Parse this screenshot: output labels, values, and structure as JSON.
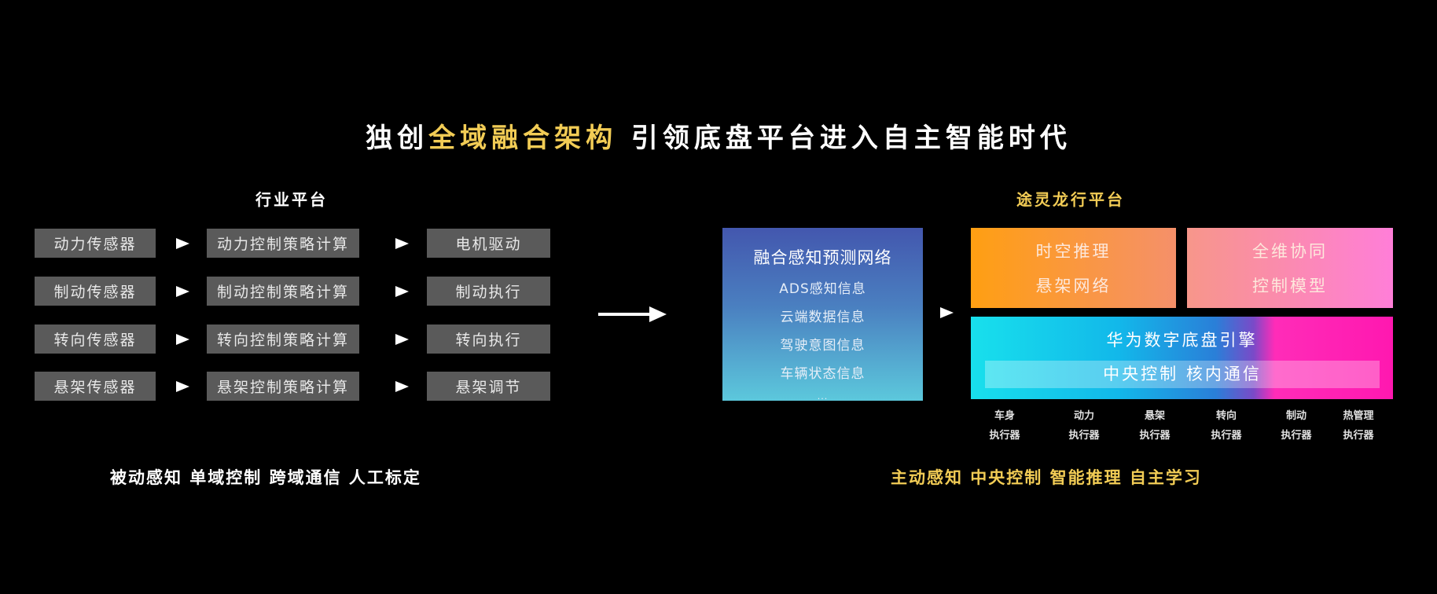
{
  "title": {
    "prefix": "独创",
    "highlight": "全域融合架构",
    "suffix": " 引领底盘平台进入自主智能时代"
  },
  "left": {
    "heading": "行业平台",
    "rows": [
      [
        "动力传感器",
        "动力控制策略计算",
        "电机驱动"
      ],
      [
        "制动传感器",
        "制动控制策略计算",
        "制动执行"
      ],
      [
        "转向传感器",
        "转向控制策略计算",
        "转向执行"
      ],
      [
        "悬架传感器",
        "悬架控制策略计算",
        "悬架调节"
      ]
    ],
    "footer": "被动感知 单域控制 跨域通信 人工标定"
  },
  "right": {
    "heading": "途灵龙行平台",
    "perception": {
      "title": "融合感知预测网络",
      "lines": [
        "ADS感知信息",
        "云端数据信息",
        "驾驶意图信息",
        "车辆状态信息",
        "..."
      ]
    },
    "card1": [
      "时空推理",
      "悬架网络"
    ],
    "card2": [
      "全维协同",
      "控制模型"
    ],
    "engine": {
      "title": "华为数字底盘引擎",
      "strip": "中央控制 核内通信"
    },
    "actuators": [
      [
        "车身",
        "执行器"
      ],
      [
        "动力",
        "执行器"
      ],
      [
        "悬架",
        "执行器"
      ],
      [
        "转向",
        "执行器"
      ],
      [
        "制动",
        "执行器"
      ],
      [
        "热管理",
        "执行器"
      ]
    ],
    "footer": "主动感知 中央控制 智能推理 自主学习"
  },
  "colors": {
    "accent": "#f2cc55",
    "gray_box": "#5a5a5a"
  }
}
